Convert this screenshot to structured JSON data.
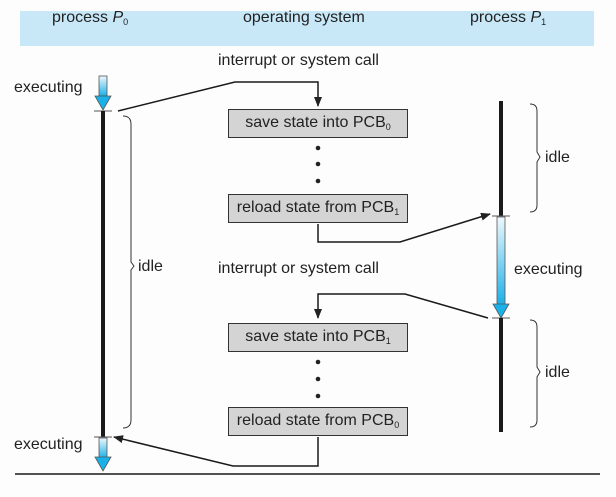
{
  "header": {
    "col_left": {
      "text": "process ",
      "var": "P",
      "sub": "0"
    },
    "col_mid": {
      "text": "operating system"
    },
    "col_right": {
      "text": "process ",
      "var": "P",
      "sub": "1"
    }
  },
  "labels": {
    "interrupt_1": "interrupt or system call",
    "interrupt_2": "interrupt or system call",
    "p0_executing_top": "executing",
    "p0_idle": "idle",
    "p0_executing_bottom": "executing",
    "p1_idle_top": "idle",
    "p1_executing": "executing",
    "p1_idle_bottom": "idle"
  },
  "boxes": [
    {
      "text": "save state into PCB",
      "sub": "0"
    },
    {
      "text": "reload state from PCB",
      "sub": "1"
    },
    {
      "text": "save state into PCB",
      "sub": "1"
    },
    {
      "text": "reload state from PCB",
      "sub": "0"
    }
  ],
  "colors": {
    "header_bg": "#c8e8f8",
    "box_fill": "#d4d4d4",
    "executing_arrow_top": "#e8f6fc",
    "executing_arrow_bottom": "#1ab0e8"
  }
}
